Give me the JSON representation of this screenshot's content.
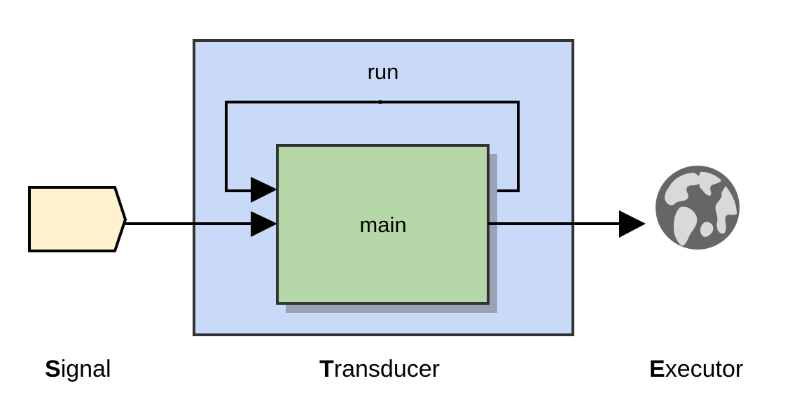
{
  "labels": {
    "run": "run",
    "main": "main",
    "signal": {
      "initial": "S",
      "rest": "ignal"
    },
    "transducer": {
      "initial": "T",
      "rest": "ransducer"
    },
    "executor": {
      "initial": "E",
      "rest": "xecutor"
    }
  },
  "colors": {
    "transducer_fill": "#c9daf8",
    "main_fill": "#b6d7a8",
    "main_shadow": "#9aa3b5",
    "signal_fill": "#fff2cc",
    "stroke": "#333333",
    "globe": "#666666"
  },
  "icons": {
    "executor": "globe-icon"
  }
}
